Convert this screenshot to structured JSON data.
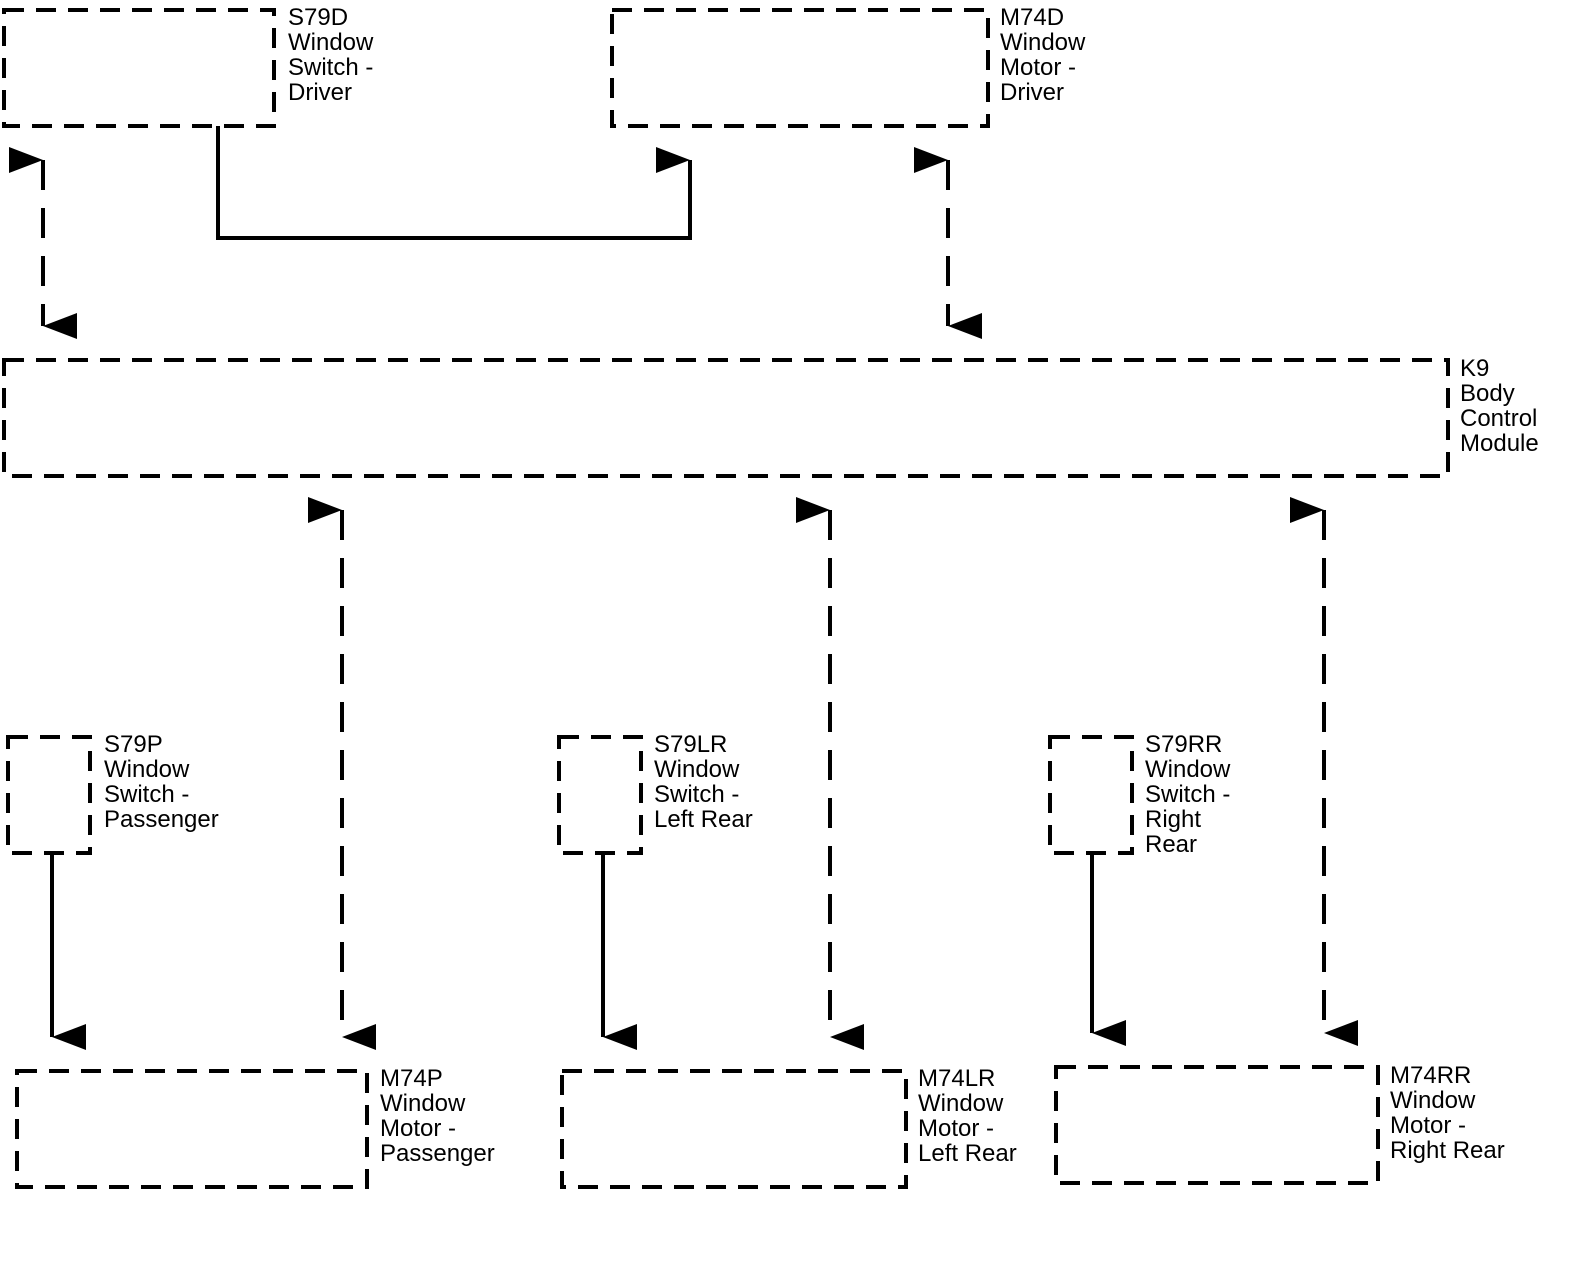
{
  "components": [
    {
      "id": "s79d",
      "lines": [
        "S79D",
        "Window",
        "Switch -",
        "Driver"
      ]
    },
    {
      "id": "m74d",
      "lines": [
        "M74D",
        "Window",
        "Motor -",
        "Driver"
      ]
    },
    {
      "id": "k9",
      "lines": [
        "K9",
        "Body",
        "Control",
        "Module"
      ]
    },
    {
      "id": "s79p",
      "lines": [
        "S79P",
        "Window",
        "Switch -",
        "Passenger"
      ]
    },
    {
      "id": "s79lr",
      "lines": [
        "S79LR",
        "Window",
        "Switch -",
        "Left Rear"
      ]
    },
    {
      "id": "s79rr",
      "lines": [
        "S79RR",
        "Window",
        "Switch -",
        "Right",
        "Rear"
      ]
    },
    {
      "id": "m74p",
      "lines": [
        "M74P",
        "Window",
        "Motor -",
        "Passenger"
      ]
    },
    {
      "id": "m74lr",
      "lines": [
        "M74LR",
        "Window",
        "Motor -",
        "Left Rear"
      ]
    },
    {
      "id": "m74rr",
      "lines": [
        "M74RR",
        "Window",
        "Motor -",
        "Right Rear"
      ]
    }
  ],
  "connections": [
    {
      "from": "s79d",
      "to": "k9",
      "style": "dashed",
      "direction": "bidirectional"
    },
    {
      "from": "s79d",
      "to": "m74d",
      "style": "solid",
      "direction": "forward"
    },
    {
      "from": "m74d",
      "to": "k9",
      "style": "dashed",
      "direction": "bidirectional"
    },
    {
      "from": "k9",
      "to": "m74p",
      "style": "dashed",
      "direction": "bidirectional"
    },
    {
      "from": "k9",
      "to": "m74lr",
      "style": "dashed",
      "direction": "bidirectional"
    },
    {
      "from": "k9",
      "to": "m74rr",
      "style": "dashed",
      "direction": "bidirectional"
    },
    {
      "from": "s79p",
      "to": "m74p",
      "style": "solid",
      "direction": "forward"
    },
    {
      "from": "s79lr",
      "to": "m74lr",
      "style": "solid",
      "direction": "forward"
    },
    {
      "from": "s79rr",
      "to": "m74rr",
      "style": "solid",
      "direction": "forward"
    }
  ]
}
